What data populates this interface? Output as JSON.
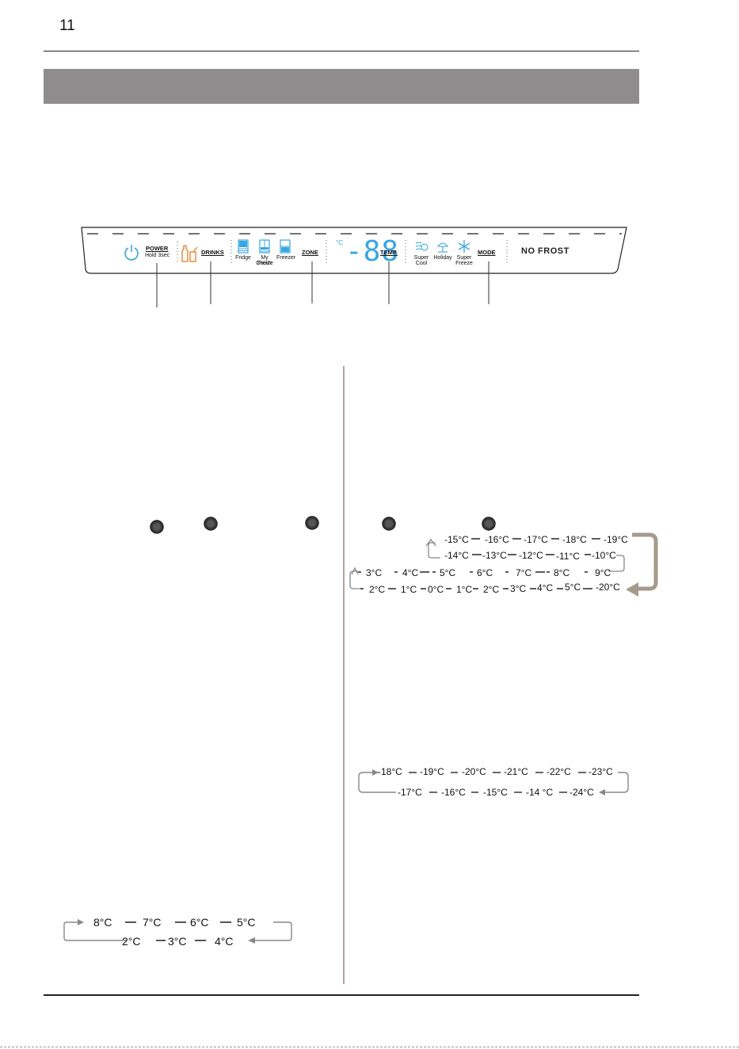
{
  "page": {
    "number": "11"
  },
  "panel": {
    "power_label": "POWER",
    "power_sub": "Hold 3sec",
    "drinks_label": "DRINKS",
    "fridge_label": "Fridge",
    "myfresh_label_1": "My Fresh",
    "myfresh_label_2": "Choice",
    "freezer_label": "Freezer",
    "zone_label": "ZONE",
    "celsius_symbol": "°C",
    "display_digits": "-88",
    "temp_label": "TEMP.",
    "supercool_label_1": "Super",
    "supercool_label_2": "Cool",
    "holiday_label": "Holiday",
    "superfreeze_label_1": "Super",
    "superfreeze_label_2": "Freeze",
    "mode_label": "MODE",
    "brand_label": "NO FROST",
    "accent_color": "#39a6e0",
    "drinks_color": "#e87a1e"
  },
  "cycles": {
    "fridge_top": [
      "8°C",
      "7°C",
      "6°C",
      "5°C"
    ],
    "fridge_bottom": [
      "2°C",
      "3°C",
      "4°C"
    ],
    "myfresh_row1": [
      "-15°C",
      "-16°C",
      "-17°C",
      "-18°C",
      "-19°C"
    ],
    "myfresh_row2": [
      "-14°C",
      "-13°C",
      "-12°C",
      "-11°C",
      "-10°C"
    ],
    "myfresh_row3": [
      "3°C",
      "4°C",
      "5°C",
      "6°C",
      "7°C",
      "8°C",
      "9°C"
    ],
    "myfresh_row4": [
      "2°C",
      "1°C",
      "0°C",
      "1°C",
      "2°C",
      "3°C",
      "4°C",
      "5°C",
      "-20°C"
    ],
    "freezer_top": [
      "-18°C",
      "-19°C",
      "-20°C",
      "-21°C",
      "-22°C",
      "-23°C"
    ],
    "freezer_bottom": [
      "-17°C",
      "-16°C",
      "-15°C",
      "-14 °C",
      "-24°C"
    ]
  }
}
